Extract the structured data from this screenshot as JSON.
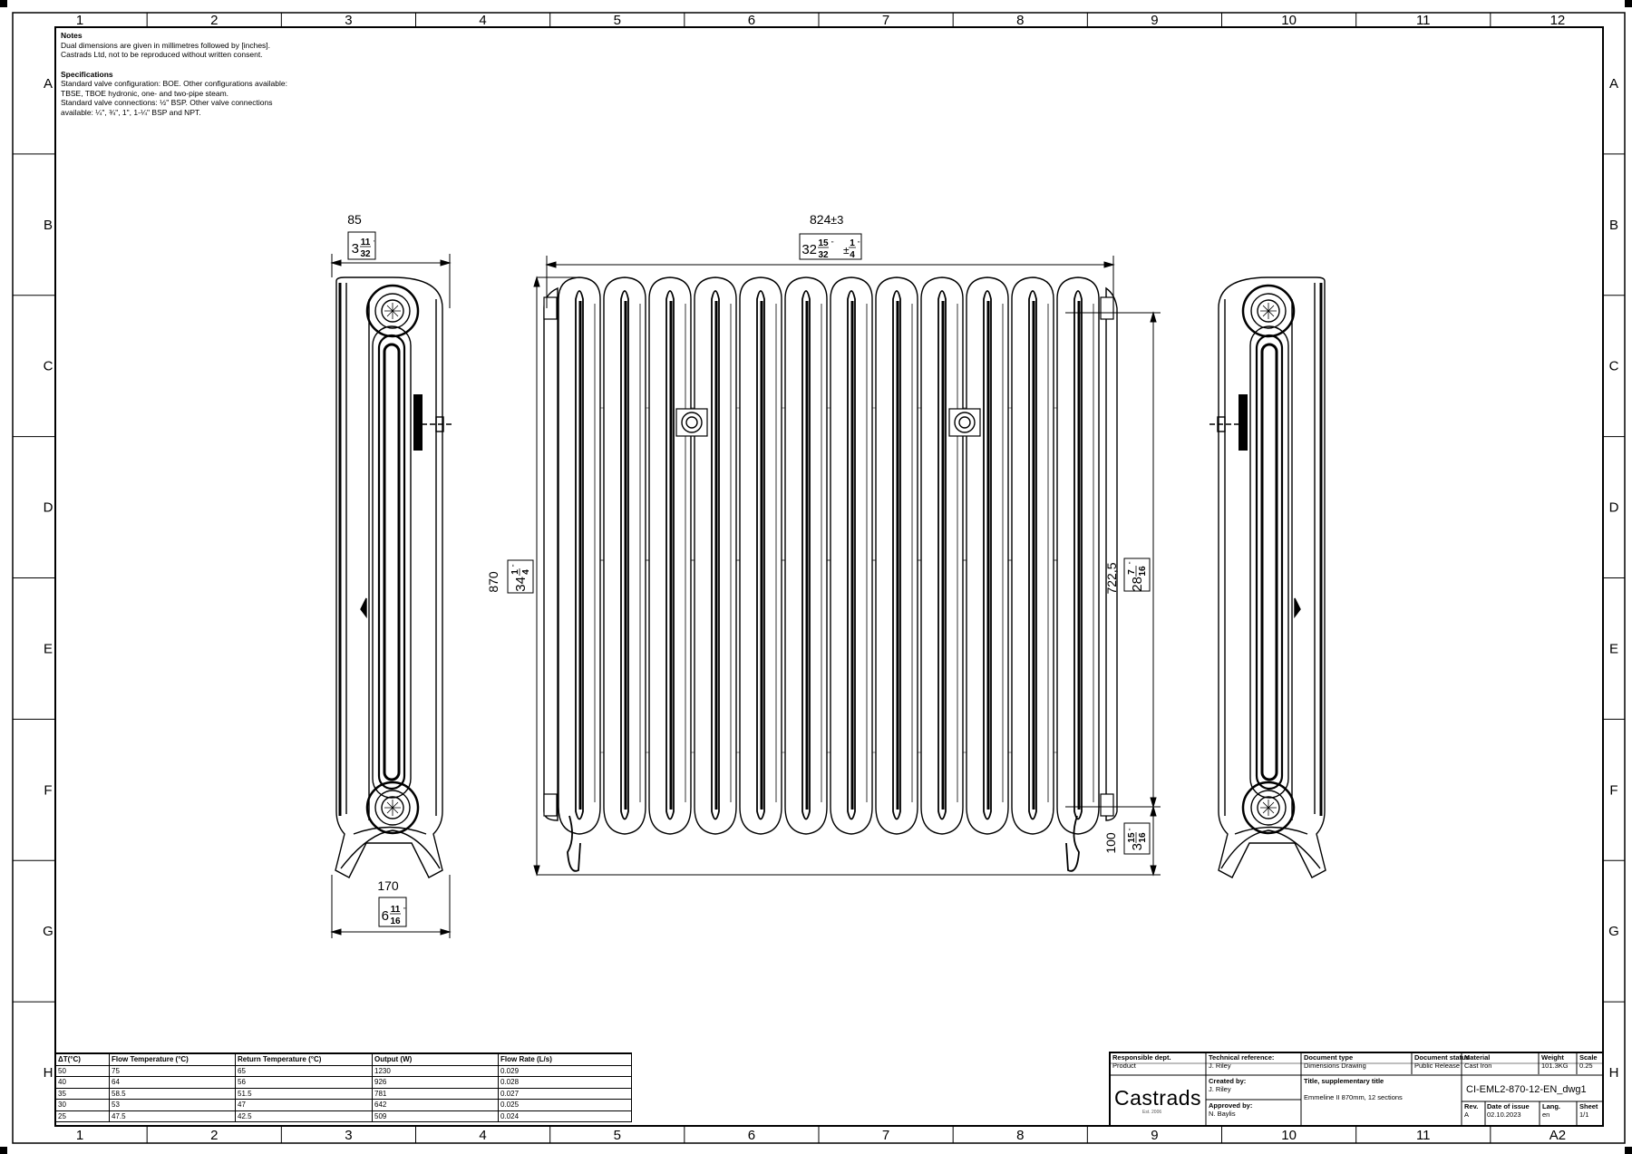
{
  "grid": {
    "columns": [
      "1",
      "2",
      "3",
      "4",
      "5",
      "6",
      "7",
      "8",
      "9",
      "10",
      "11",
      "12"
    ],
    "columns_bottom": [
      "1",
      "2",
      "3",
      "4",
      "5",
      "6",
      "7",
      "8",
      "9",
      "10",
      "11",
      "A2"
    ],
    "rows": [
      "A",
      "B",
      "C",
      "D",
      "E",
      "F",
      "G",
      "H"
    ]
  },
  "notes": {
    "title": "Notes",
    "lines": [
      "Dual dimensions are given in millimetres followed by [inches].",
      "Castrads Ltd, not to be reproduced without written consent."
    ],
    "spec_title": "Specifications",
    "spec_lines": [
      "Standard valve configuration: BOE. Other configurations available:",
      "TBSE, TBOE hydronic, one- and two-pipe steam.",
      "Standard valve connections: ½\" BSP. Other valve connections",
      "available: ¼\", ¾\", 1\", 1-¼\" BSP and NPT."
    ]
  },
  "dimensions": {
    "depth_top_mm": "85",
    "depth_top_in_whole": "3",
    "depth_top_in_num": "11",
    "depth_top_in_den": "32",
    "depth_base_mm": "170",
    "depth_base_in_whole": "6",
    "depth_base_in_num": "11",
    "depth_base_in_den": "16",
    "width_mm": "824",
    "width_tol_mm": "±3",
    "width_in_whole": "32",
    "width_in_num": "15",
    "width_in_den": "32",
    "width_tol_in_sign": "±",
    "width_tol_in_num": "1",
    "width_tol_in_den": "4",
    "height_mm": "870",
    "height_in_whole": "34",
    "height_in_num": "1",
    "height_in_den": "4",
    "centres_mm": "722,5",
    "centres_in_whole": "28",
    "centres_in_num": "7",
    "centres_in_den": "16",
    "floor_mm": "100",
    "floor_in_whole": "3",
    "floor_in_num": "15",
    "floor_in_den": "16",
    "inch_mark": "\""
  },
  "drawing": {
    "sections": 12
  },
  "performance_table": {
    "headers": [
      "ΔT(°C)",
      "Flow Temperature (°C)",
      "Return Temperature (°C)",
      "Output (W)",
      "Flow Rate (L/s)"
    ],
    "rows": [
      [
        "50",
        "75",
        "65",
        "1230",
        "0.029"
      ],
      [
        "40",
        "64",
        "56",
        "926",
        "0.028"
      ],
      [
        "35",
        "58.5",
        "51.5",
        "781",
        "0.027"
      ],
      [
        "30",
        "53",
        "47",
        "642",
        "0.025"
      ],
      [
        "25",
        "47.5",
        "42.5",
        "509",
        "0.024"
      ]
    ]
  },
  "title_block": {
    "responsible_dept_label": "Responsible dept.",
    "responsible_dept": "Product",
    "technical_reference_label": "Technical reference:",
    "technical_reference": "J. Riley",
    "document_type_label": "Document type",
    "document_type": "Dimensions Drawing",
    "document_status_label": "Document status",
    "document_status": "Public Release",
    "material_label": "Material",
    "material": "Cast Iron",
    "weight_label": "Weight",
    "weight": "101.3KG",
    "scale_label": "Scale",
    "scale": "0.25",
    "created_by_label": "Created by:",
    "created_by": "J. Riley",
    "approved_by_label": "Approved by:",
    "approved_by": "N. Baylis",
    "title_label": "Title, supplementary title",
    "title": "Emmeline II 870mm, 12 sections",
    "document_number": "CI-EML2-870-12-EN_dwg1",
    "rev_label": "Rev.",
    "rev": "A",
    "date_label": "Date of issue",
    "date": "02.10.2023",
    "lang_label": "Lang.",
    "lang": "en",
    "sheet_label": "Sheet",
    "sheet": "1/1",
    "company": "Castrads",
    "company_sub": "Est. 2006"
  }
}
